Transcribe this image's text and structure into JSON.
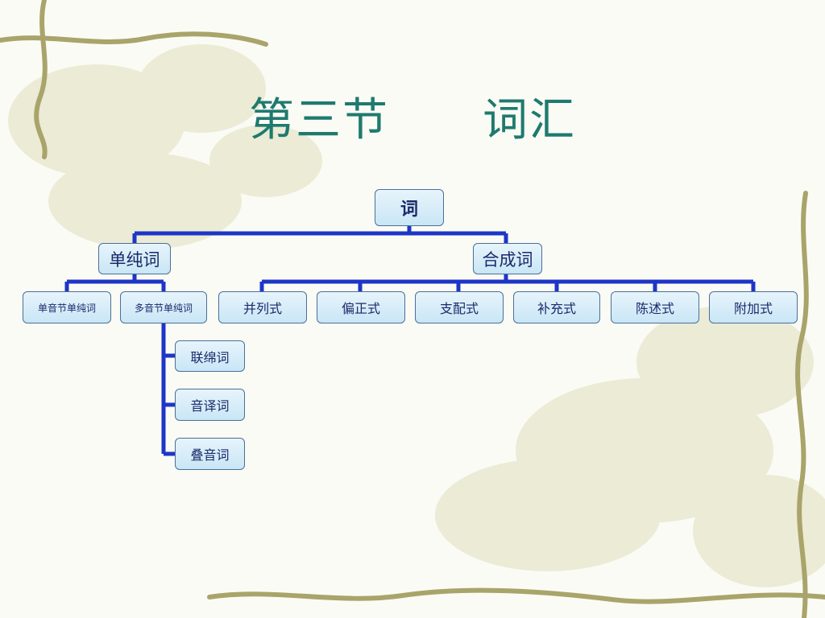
{
  "slide": {
    "title": "第三节　　词汇"
  },
  "tree": {
    "root": "词",
    "simple": {
      "label": "单纯词",
      "children": [
        "单音节单纯词",
        "多音节单纯词"
      ],
      "multi_children": [
        "联绵词",
        "音译词",
        "叠音词"
      ]
    },
    "compound": {
      "label": "合成词",
      "children": [
        "并列式",
        "偏正式",
        "支配式",
        "补充式",
        "陈述式",
        "附加式"
      ]
    }
  },
  "colors": {
    "title": "#1e7a6e",
    "connector": "#1d36c8",
    "node_border": "#4a6f9a"
  }
}
